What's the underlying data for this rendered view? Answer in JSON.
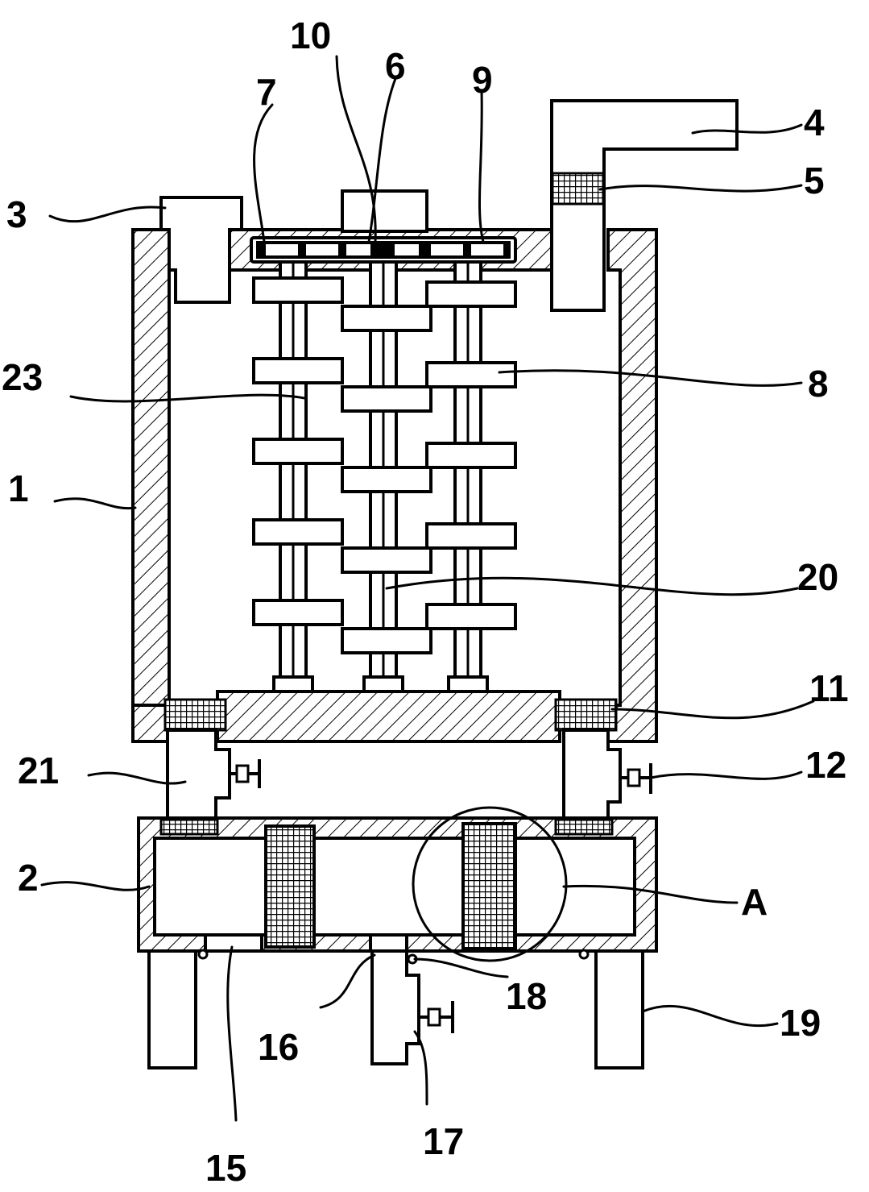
{
  "labels": {
    "l1": "1",
    "l2": "2",
    "l3": "3",
    "l4": "4",
    "l5": "5",
    "l6": "6",
    "l7": "7",
    "l8": "8",
    "l9": "9",
    "l10": "10",
    "l11": "11",
    "l12": "12",
    "l15": "15",
    "l16": "16",
    "l17": "17",
    "l18": "18",
    "l19": "19",
    "l20": "20",
    "l21": "21",
    "l23": "23",
    "lA": "A"
  }
}
